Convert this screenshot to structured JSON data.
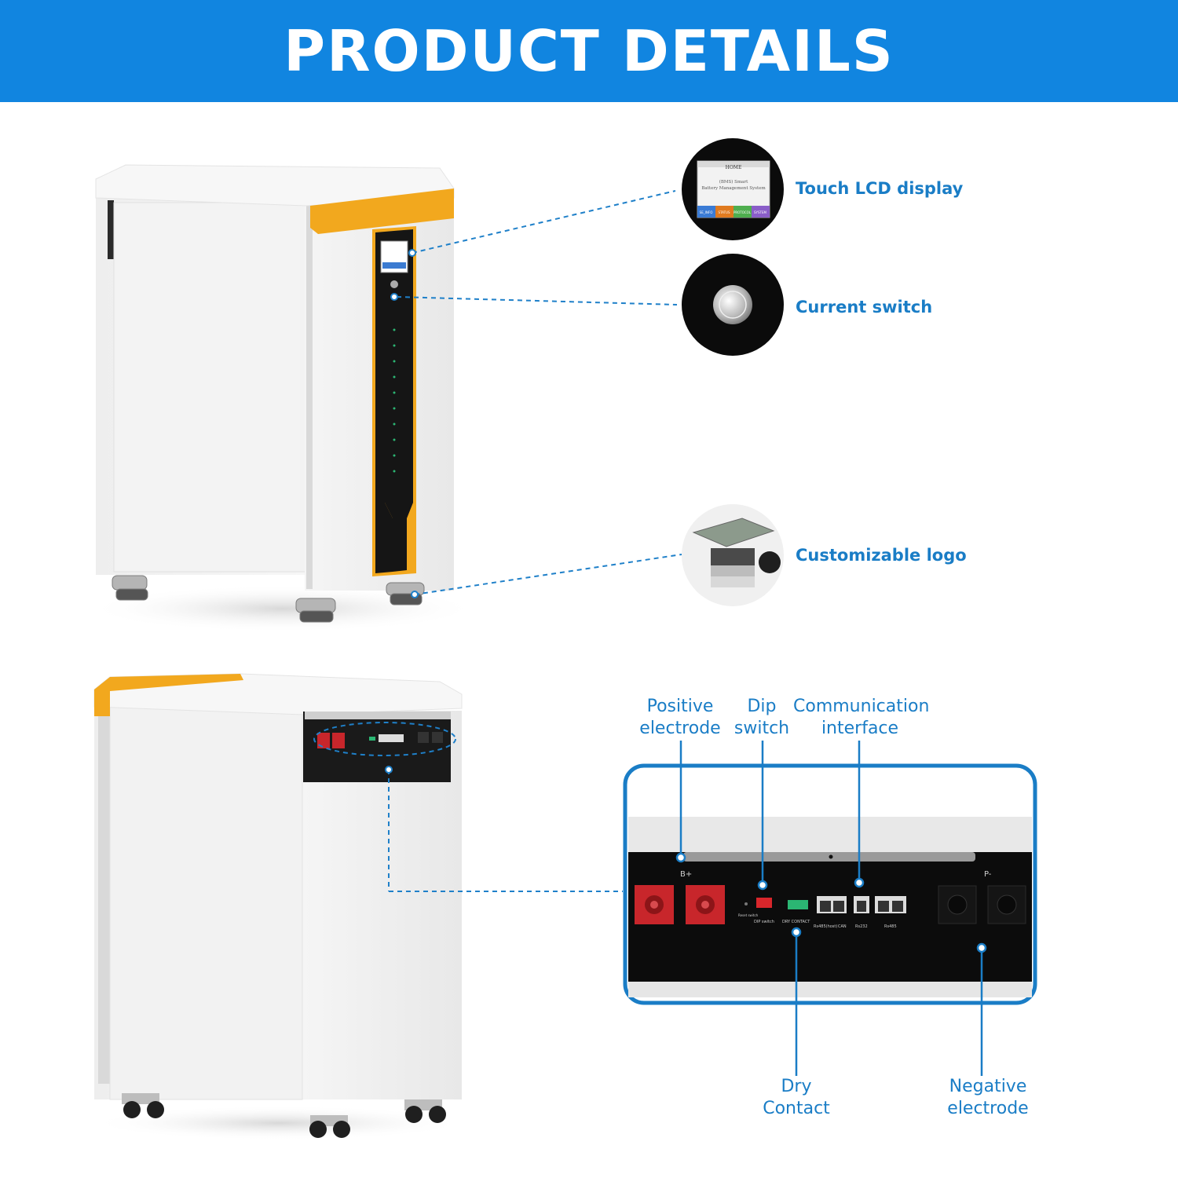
{
  "banner": {
    "title": "PRODUCT DETAILS"
  },
  "callouts": {
    "touch_lcd": "Touch LCD display",
    "current_switch": "Current switch",
    "customizable_logo": "Customizable logo"
  },
  "lcd_screen": {
    "header": "HOME",
    "line1": "(BMS) Smart",
    "line2": "Battery Management System",
    "tabs": [
      "SE_INFO",
      "STATUS",
      "PROTOCOL",
      "SYSTEM"
    ]
  },
  "panel_labels": {
    "positive_electrode": [
      "Positive",
      "electrode"
    ],
    "dip_switch": [
      "Dip",
      "switch"
    ],
    "communication_interface": [
      "Communication",
      "interface"
    ],
    "dry_contact": [
      "Dry",
      "Contact"
    ],
    "negative_electrode": [
      "Negative",
      "electrode"
    ]
  },
  "panel_markings": {
    "b_plus": "B+",
    "p_minus": "P-",
    "reset": "Reset switch",
    "dip": "DIP switch",
    "dry": "DRY CONTACT",
    "rs485_host": "Rs485(host)",
    "can": "CAN",
    "rs232": "Rs232",
    "rs485": "Rs485"
  },
  "colors": {
    "banner": "#1185e0",
    "accent_orange": "#f2a81e",
    "callout_blue": "#1a7dc6",
    "terminal_red": "#c8262b"
  }
}
